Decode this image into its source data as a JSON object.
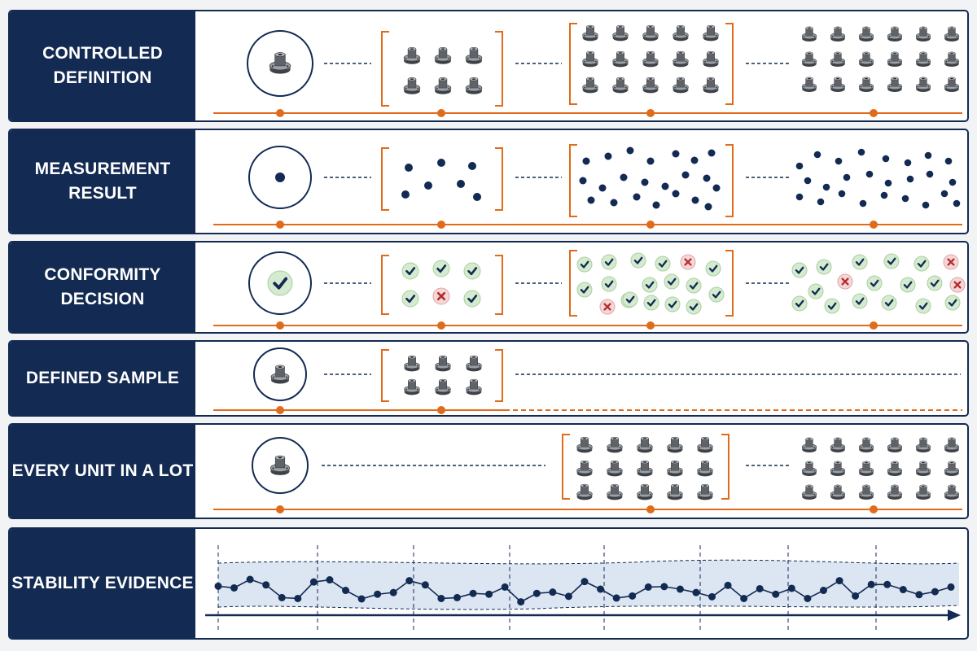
{
  "rows": [
    {
      "label": "CONTROLLED\nDEFINITION"
    },
    {
      "label": "MEASUREMENT\nRESULT"
    },
    {
      "label": "CONFORMITY\nDECISION"
    },
    {
      "label": "DEFINED SAMPLE"
    },
    {
      "label": "EVERY UNIT IN A LOT"
    },
    {
      "label": "STABILITY EVIDENCE"
    }
  ],
  "icons": {
    "part": "flanged-bushing-icon",
    "pass": "check-mark-icon",
    "fail": "x-mark-icon",
    "measurement": "dot-icon"
  },
  "colors": {
    "navy": "#132a52",
    "orange": "#e06b1a",
    "pass_bg": "#d5ebcf",
    "fail_bg": "#f6d6d6",
    "fail_mark": "#b22d2d",
    "band": "#dce6f2",
    "part_body": "#5f6368"
  },
  "conformity": {
    "single": [
      "pass"
    ],
    "sample": [
      "pass",
      "pass",
      "pass",
      "pass",
      "fail",
      "pass"
    ],
    "lot": [
      "pass",
      "pass",
      "pass",
      "pass",
      "fail",
      "pass",
      "pass",
      "pass",
      "pass",
      "pass",
      "pass",
      "pass",
      "pass",
      "fail",
      "pass",
      "pass",
      "pass",
      "pass"
    ],
    "population": [
      "pass",
      "pass",
      "pass",
      "pass",
      "pass",
      "fail",
      "pass",
      "fail",
      "pass",
      "pass",
      "pass",
      "fail",
      "pass",
      "pass",
      "pass",
      "pass",
      "pass",
      "pass"
    ]
  },
  "stability_series": [
    0.57,
    0.53,
    0.73,
    0.6,
    0.3,
    0.28,
    0.67,
    0.72,
    0.47,
    0.27,
    0.38,
    0.42,
    0.7,
    0.6,
    0.28,
    0.3,
    0.4,
    0.38,
    0.55,
    0.2,
    0.4,
    0.43,
    0.33,
    0.68,
    0.5,
    0.29,
    0.34,
    0.55,
    0.56,
    0.5,
    0.42,
    0.32,
    0.59,
    0.28,
    0.51,
    0.38,
    0.52,
    0.28,
    0.47,
    0.7,
    0.34,
    0.61,
    0.61,
    0.49,
    0.37,
    0.44,
    0.55
  ]
}
